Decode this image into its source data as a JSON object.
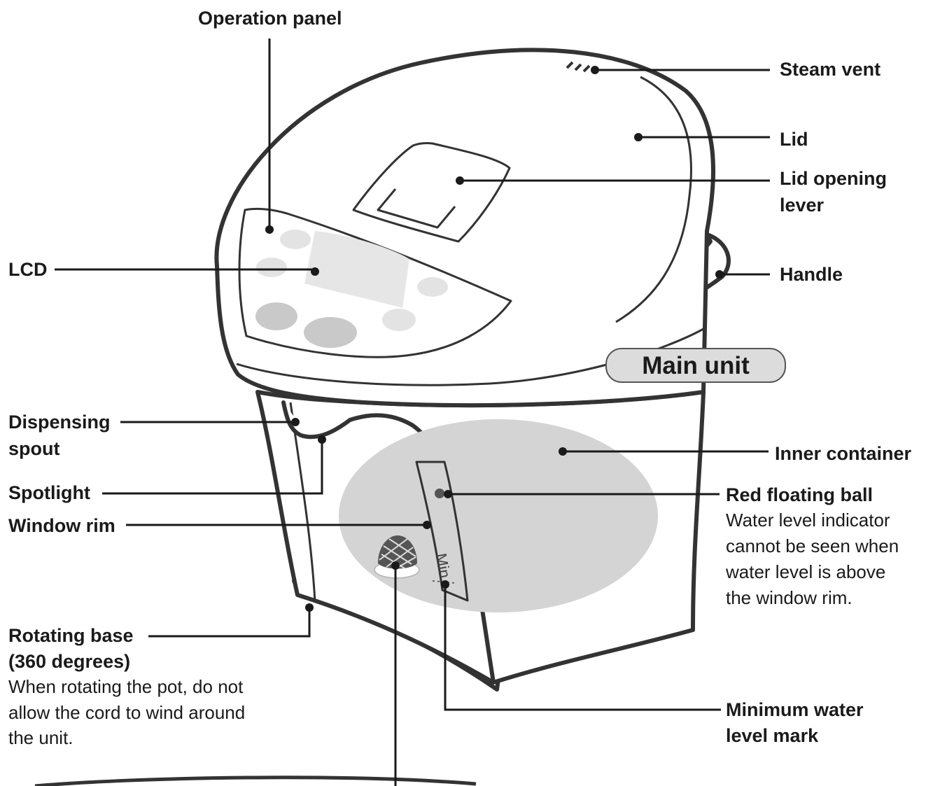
{
  "colors": {
    "outline": "#333333",
    "panel_button": "#e3e3e3",
    "panel_button_dark": "#c9c9c9",
    "inner_container": "#d4d4d4",
    "badge_fill": "#dcdcdc",
    "red_ball": "#555555"
  },
  "badge": {
    "text": "Main unit"
  },
  "window": {
    "min_text": "Min"
  },
  "labels": {
    "operation_panel": "Operation panel",
    "steam_vent": "Steam vent",
    "lid": "Lid",
    "lid_opening_lever": [
      "Lid opening",
      "lever"
    ],
    "lcd": "LCD",
    "handle": "Handle",
    "dispensing_spout": [
      "Dispensing",
      "spout"
    ],
    "inner_container": "Inner container",
    "spotlight": "Spotlight",
    "red_floating_ball": "Red floating ball",
    "window_rim": "Window rim",
    "rotating_base": [
      "Rotating base",
      "(360 degrees)"
    ],
    "minimum_water_level_mark": [
      "Minimum water",
      "level mark"
    ]
  },
  "notes": {
    "red_floating_ball": [
      "Water level indicator",
      "cannot be seen when",
      "water level is above",
      "the window rim."
    ],
    "rotating_base": [
      "When rotating the pot, do not",
      "allow the cord to wind around",
      "the unit."
    ]
  }
}
